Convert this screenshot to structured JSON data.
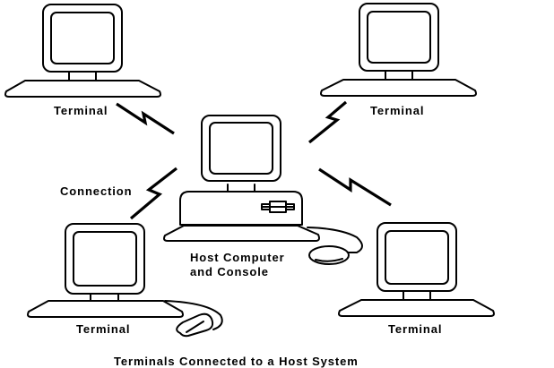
{
  "diagram": {
    "caption": "Terminals Connected to a Host System",
    "colors": {
      "stroke": "#000000",
      "background": "#ffffff"
    },
    "nodes": [
      {
        "id": "terminal-top-left",
        "type": "terminal",
        "label": "Terminal"
      },
      {
        "id": "terminal-top-right",
        "type": "terminal",
        "label": "Terminal"
      },
      {
        "id": "terminal-bottom-left",
        "type": "terminal",
        "label": "Terminal",
        "has_mouse": true
      },
      {
        "id": "terminal-bottom-right",
        "type": "terminal",
        "label": "Terminal"
      },
      {
        "id": "host",
        "type": "host-computer",
        "label_line1": "Host Computer",
        "label_line2": "and Console",
        "has_mouse": true
      }
    ],
    "connection_label": "Connection",
    "edges": [
      {
        "from": "terminal-top-left",
        "to": "host",
        "style": "lightning-bolt"
      },
      {
        "from": "terminal-top-right",
        "to": "host",
        "style": "lightning-bolt"
      },
      {
        "from": "terminal-bottom-left",
        "to": "host",
        "style": "lightning-bolt"
      },
      {
        "from": "terminal-bottom-right",
        "to": "host",
        "style": "lightning-bolt"
      }
    ]
  }
}
